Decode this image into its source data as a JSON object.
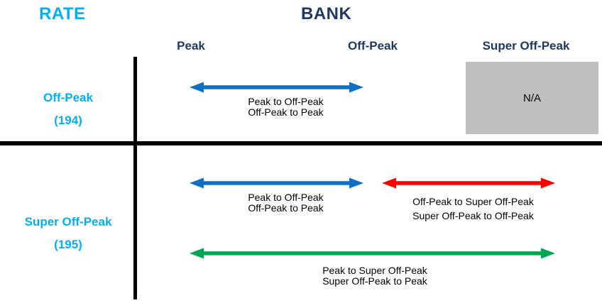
{
  "titles": {
    "rate": "RATE",
    "bank": "BANK"
  },
  "colors": {
    "rate_accent": "#00B0F0",
    "bank_accent": "#1F3864",
    "arrow_blue": "#0F6FC5",
    "arrow_red": "#FF0000",
    "arrow_green": "#00A651",
    "na_box_bg": "#BFBFBF",
    "line_black": "#000000"
  },
  "bank_columns": [
    "Peak",
    "Off-Peak",
    "Super Off-Peak"
  ],
  "rate_rows": [
    {
      "label": "Off-Peak",
      "code": "(194)"
    },
    {
      "label": "Super Off-Peak",
      "code": "(195)"
    }
  ],
  "na_cell": {
    "label": "N/A"
  },
  "arrows": [
    {
      "name": "peak-offpeak-row1",
      "color": "#0F6FC5",
      "lines": [
        "Peak to Off-Peak",
        "Off-Peak to Peak"
      ]
    },
    {
      "name": "peak-offpeak-row2",
      "color": "#0F6FC5",
      "lines": [
        "Peak to Off-Peak",
        "Off-Peak to Peak"
      ]
    },
    {
      "name": "offpeak-superoffpeak-row2",
      "color": "#FF0000",
      "lines": [
        "Off-Peak to Super Off-Peak",
        "Super Off-Peak to Off-Peak"
      ]
    },
    {
      "name": "peak-superoffpeak-row2",
      "color": "#00A651",
      "lines": [
        "Peak to Super Off-Peak",
        "Super Off-Peak to Peak"
      ]
    }
  ]
}
